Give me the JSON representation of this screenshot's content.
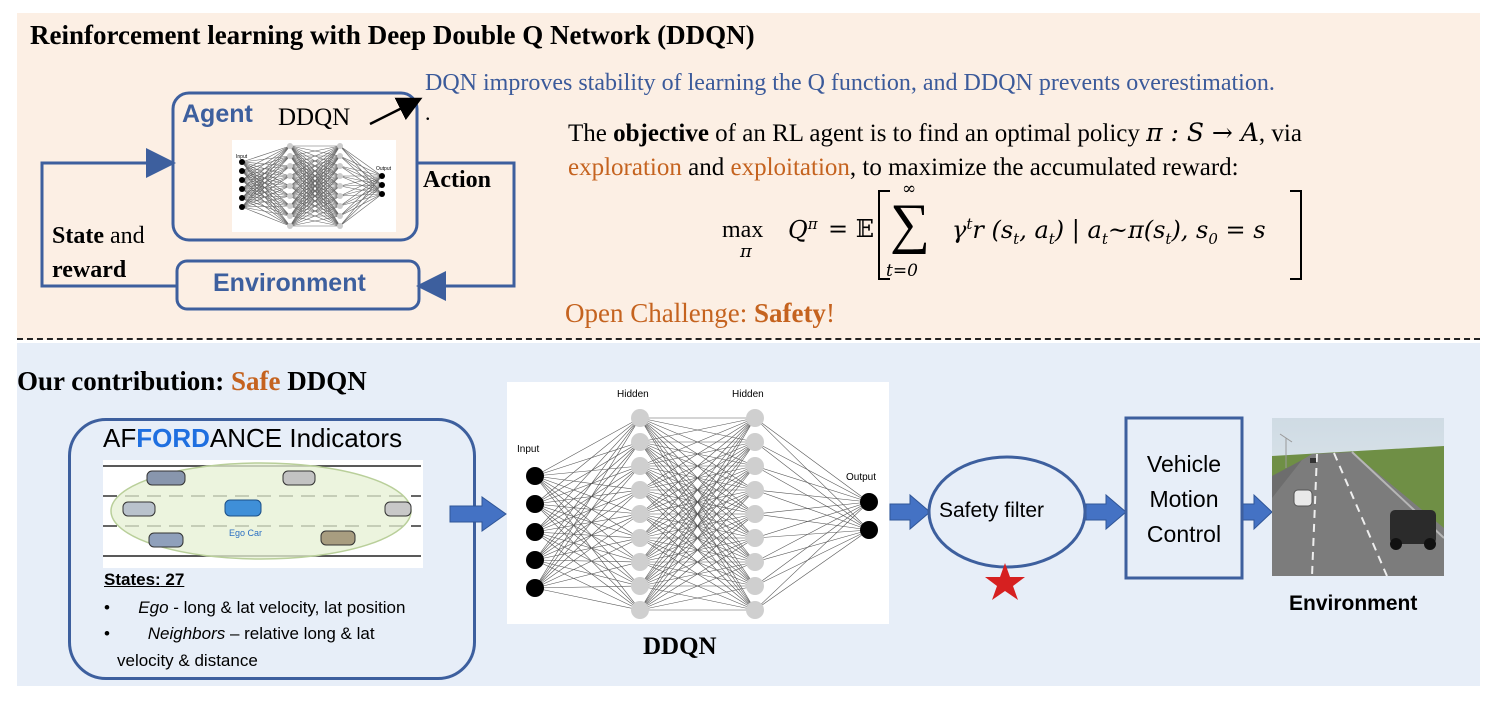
{
  "top": {
    "title": "Reinforcement learning with Deep Double Q Network (DDQN)",
    "note": "DQN improves stability of learning the Q function, and DDQN prevents overestimation.",
    "note_dot": ".",
    "agent_label": "Agent",
    "agent_net_label": "DDQN",
    "net_input_label": "Input",
    "net_output_label": "Output",
    "action_label": "Action",
    "state_label": "State",
    "and_label": " and",
    "reward_label": "reward",
    "environment_label": "Environment",
    "objective": {
      "p1": "The ",
      "bold": "objective",
      "p2": " of an RL agent is to find an optimal policy ",
      "policy": "π : S → A",
      "p3": ", via",
      "exploration": "exploration",
      "and": " and ",
      "exploitation": "exploitation",
      "p4": ", to maximize the accumulated reward:"
    },
    "formula": {
      "max": "max",
      "pi": "π",
      "lhs": "Q",
      "lhs_sup": "π",
      "eq": "= 𝔼",
      "sum_top": "∞",
      "sum_bottom": "t=0",
      "body": "γ",
      "body_sup": "t",
      "body_rest": "r (s",
      "sub_t": "t",
      "comma": ", a",
      "sub_t2": "t",
      "close": ") | a",
      "sub_t3": "t",
      "tilde": "~π(s",
      "sub_t4": "t",
      "tail": "), s",
      "sub_0": "0",
      "end": " = s"
    },
    "challenge_prefix": "Open Challenge: ",
    "challenge_bold": "Safety",
    "challenge_suffix": "!"
  },
  "bottom": {
    "title_prefix": "Our contribution: ",
    "title_safe": "Safe",
    "title_suffix": " DDQN",
    "affordance": {
      "af1": "AF",
      "ford": "FORD",
      "af2": "ANCE Indicators",
      "ego_car": "Ego Car",
      "states_label": "States:",
      "states_value": " 27",
      "bullet1_em": "Ego",
      "bullet1_rest": "  - long & lat velocity, lat position",
      "bullet2_em": "Neighbors",
      "bullet2_rest": " – relative long & lat",
      "bullet2_cont": "velocity & distance"
    },
    "nn": {
      "hidden1": "Hidden",
      "hidden2": "Hidden",
      "input": "Input",
      "output": "Output",
      "caption": "DDQN"
    },
    "safety_filter": "Safety filter",
    "vehicle": [
      "Vehicle",
      "Motion",
      "Control"
    ],
    "environment_caption": "Environment"
  },
  "colors": {
    "top_bg": "#fcefe4",
    "bottom_bg": "#e7eef8",
    "box_border": "#3d5f9e",
    "arrow": "#4472c4",
    "orange": "#c5631f",
    "note_blue": "#3b5a9a",
    "star": "#d62020"
  }
}
